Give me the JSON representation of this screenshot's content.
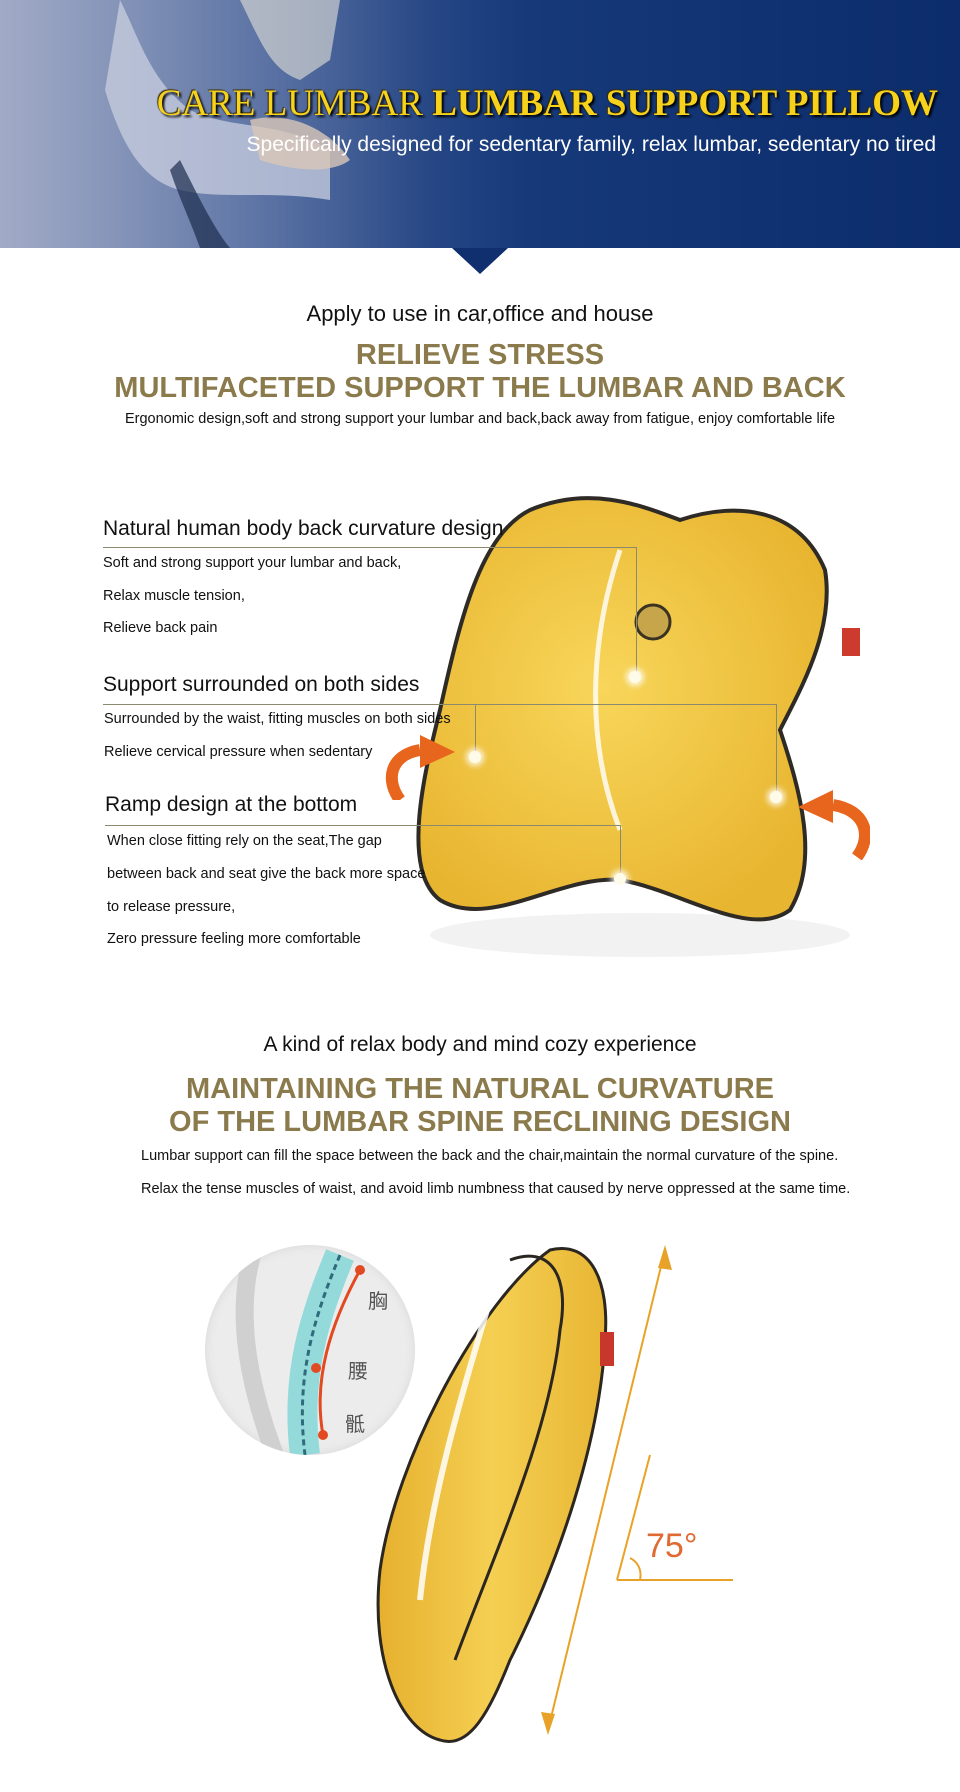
{
  "banner": {
    "title_light": "CARE LUMBAR",
    "title_bold": "LUMBAR SUPPORT PILLOW",
    "subtitle": "Specifically designed for sedentary family, relax lumbar, sedentary no tired"
  },
  "section1": {
    "intro": "Apply to use in car,office and house",
    "heading_line1": "RELIEVE STRESS",
    "heading_line2": "MULTIFACETED SUPPORT THE LUMBAR AND BACK",
    "description": "Ergonomic design,soft and strong support your lumbar and back,back away from fatigue, enjoy comfortable life"
  },
  "features": [
    {
      "title": "Natural human body back curvature design",
      "lines": [
        "Soft and strong support your lumbar and back,",
        "Relax muscle tension,",
        "Relieve back pain"
      ]
    },
    {
      "title": "Support surrounded on both sides",
      "lines": [
        "Surrounded by the waist, fitting muscles on both sides",
        "Relieve cervical pressure when sedentary"
      ]
    },
    {
      "title": "Ramp design at the bottom",
      "lines": [
        "When close fitting rely on the seat,The gap",
        "between back and seat give the back more space",
        "to release pressure,",
        "Zero pressure feeling more comfortable"
      ]
    }
  ],
  "section2": {
    "intro": "A kind of relax body and mind cozy experience",
    "heading_line1": "MAINTAINING THE NATURAL CURVATURE",
    "heading_line2": "OF THE LUMBAR SPINE RECLINING DESIGN",
    "paragraph1": "Lumbar support can fill the space between the back and the chair,maintain the normal curvature of the spine.",
    "paragraph2": "Relax the tense muscles of waist, and avoid limb numbness that caused by nerve oppressed at the same time."
  },
  "spine_diagram": {
    "labels": [
      "胸",
      "腰",
      "骶"
    ]
  },
  "angle_label": "75°",
  "colors": {
    "banner_blue": "#0c2c6b",
    "title_gold": "#f7d21c",
    "heading_gold": "#8a7a4c",
    "pillow_yellow": "#f2c53c",
    "arrow_orange": "#e8651e",
    "angle_orange": "#e8a227"
  }
}
